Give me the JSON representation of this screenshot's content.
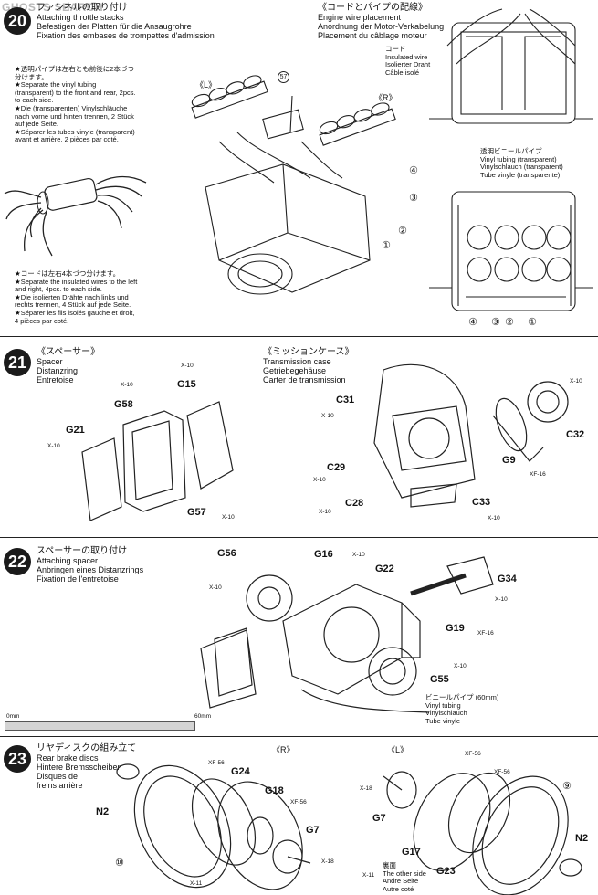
{
  "watermark": "GHOSTS SEARCH",
  "step20": {
    "number": "20",
    "left_header": [
      "ファンネルの取り付け",
      "Attaching throttle stacks",
      "Befestigen der Platten für die Ansaugrohre",
      "Fixation des embases de trompettes d'admission"
    ],
    "note_top": [
      "★透明パイプは左右とも前後に2本づつ",
      "分けます。",
      "★Separate the vinyl tubing",
      "(transparent) to the front and rear, 2pcs.",
      "to each side.",
      "★Die (transparenten) Vinylschläuche",
      "nach vorne und hinten trennen, 2 Stück",
      "auf jede Seite.",
      "★Séparer les tubes vinyle (transparent)",
      "avant et arrière, 2 pièces par coté."
    ],
    "note_bottom": [
      "★コードは左右4本づつ分けます。",
      "★Separate the insulated wires to the left",
      "and right, 4pcs. to each side.",
      "★Die isolierten Drähte nach links und",
      "rechts trennen, 4 Stück auf jede Seite.",
      "★Séparer les fils isolés gauche et droit,",
      "4 pièces par coté."
    ],
    "label_L": "《L》",
    "label_R": "《R》",
    "label_57": "57",
    "circ": [
      "①",
      "②",
      "③",
      "④"
    ],
    "right_header": [
      "《コードとパイプの配線》",
      "Engine wire placement",
      "Anordnung der Motor-Verkabelung",
      "Placement du câblage moteur"
    ],
    "cord_label": [
      "コード",
      "Insulated wire",
      "Isolierter Draht",
      "Câble isolé"
    ],
    "vinyl_label": [
      "透明ビニールパイプ",
      "Vinyl tubing (transparent)",
      "Vinylschlauch (transparent)",
      "Tube vinyle (transparente)"
    ],
    "bottom_circ": [
      "④",
      "③",
      "②",
      "①"
    ]
  },
  "step21": {
    "number": "21",
    "left_header": [
      "《スペーサー》",
      "Spacer",
      "Distanzring",
      "Entretoise"
    ],
    "right_header": [
      "《ミッションケース》",
      "Transmission case",
      "Getriebegehäuse",
      "Carter de transmission"
    ],
    "parts": [
      "G58",
      "G15",
      "G21",
      "G57",
      "C31",
      "C29",
      "C28",
      "C33",
      "C32",
      "G9"
    ],
    "screws": {
      "x10": "X-10",
      "xf16": "XF-16"
    }
  },
  "step22": {
    "number": "22",
    "header": [
      "スペーサーの取り付け",
      "Attaching spacer",
      "Anbringen eines Distanzrings",
      "Fixation de l'entretoise"
    ],
    "parts": [
      "G56",
      "G16",
      "G22",
      "G34",
      "G19",
      "G55"
    ],
    "screws": {
      "x10": "X-10",
      "xf16": "XF-16"
    },
    "vinyl": [
      "ビニールパイプ (60mm)",
      "Vinyl tubing",
      "Vinylschlauch",
      "Tube vinyle"
    ],
    "ruler_start": "0mm",
    "ruler_end": "60mm"
  },
  "step23": {
    "number": "23",
    "header": [
      "リヤディスクの組み立て",
      "Rear brake discs",
      "Hintere Bremsscheiben",
      "Disques de",
      "freins arrière"
    ],
    "label_R": "《R》",
    "label_L": "《L》",
    "parts_left": [
      "N2",
      "G24",
      "G18",
      "G7"
    ],
    "parts_right": [
      "G7",
      "G17",
      "G23",
      "N2"
    ],
    "screws": {
      "xf56": "XF-56",
      "x18": "X-18",
      "x11": "X-11"
    },
    "circ10": "⑩",
    "circ9": "⑨",
    "other_side": [
      "裏面",
      "The other side",
      "Andre Seite",
      "Autre coté"
    ]
  }
}
